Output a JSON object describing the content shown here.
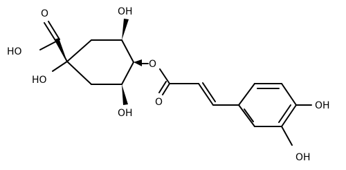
{
  "atom_labels": {
    "carboxyl_oxo": "O",
    "carboxyl_hydroxyl": "HO",
    "c1_hydroxyl": "HO",
    "c3_hydroxyl_top": "OH",
    "ester_oxygen": "O",
    "c5_hydroxyl_bottom": "OH",
    "ester_carbonyl_oxygen": "O",
    "aryl_hydroxyl_para": "OH",
    "aryl_hydroxyl_meta": "OH"
  }
}
